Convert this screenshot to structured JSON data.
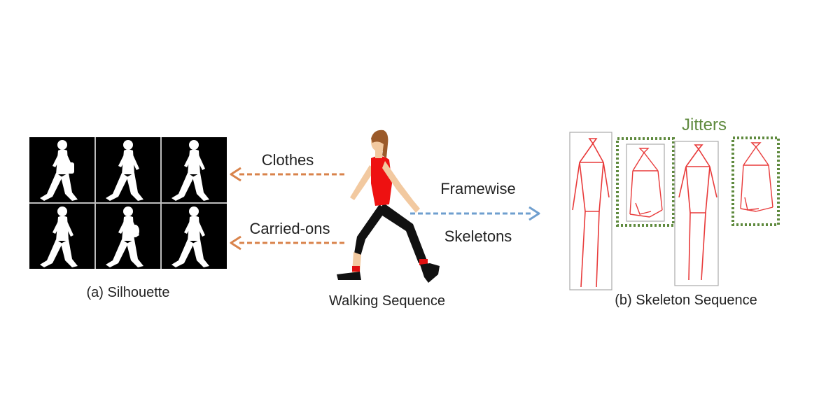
{
  "arrows": {
    "clothes": "Clothes",
    "carried_ons": "Carried-ons",
    "framewise": "Framewise",
    "skeletons": "Skeletons"
  },
  "jitters_label": "Jitters",
  "captions": {
    "silhouette": "(a) Silhouette",
    "walking": "Walking Sequence",
    "skeleton": "(b) Skeleton Sequence"
  },
  "colors": {
    "orange_arrow": "#d9834b",
    "blue_arrow": "#6f9fcf",
    "jitter_green": "#5f8a3e",
    "skeleton_red": "#e83a3a",
    "shirt_red": "#ee1111"
  }
}
